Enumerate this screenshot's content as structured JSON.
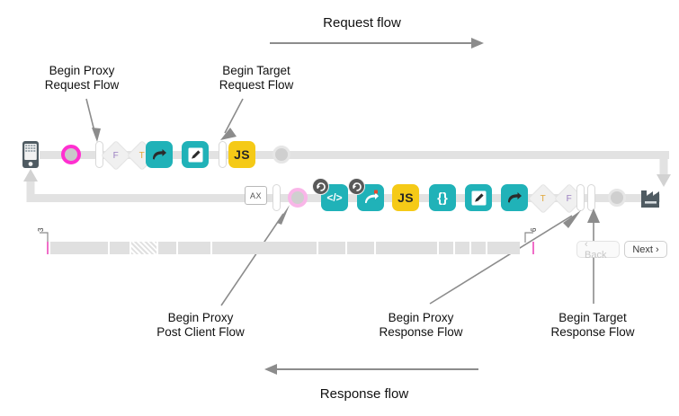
{
  "diagram": {
    "title_request": "Request flow",
    "title_response": "Response flow",
    "colors": {
      "teal": "#20b2b8",
      "yellow": "#f5ca17",
      "magenta": "#ff2fd0",
      "magenta_light": "#f9b6e8",
      "rail": "#e2e2e2",
      "dark": "#4f5b62"
    }
  },
  "annotations": [
    {
      "id": "begin-proxy-request-flow",
      "text": "Begin Proxy\nRequest Flow"
    },
    {
      "id": "begin-target-request-flow",
      "text": "Begin Target\nRequest Flow"
    },
    {
      "id": "begin-proxy-post-client-flow",
      "text": "Begin Proxy\nPost Client Flow"
    },
    {
      "id": "begin-proxy-response-flow",
      "text": "Begin Proxy\nResponse Flow"
    },
    {
      "id": "begin-target-response-flow",
      "text": "Begin Target\nResponse Flow"
    }
  ],
  "request_row": {
    "name": "request-flow-row",
    "nodes": [
      {
        "type": "client",
        "icon": "mobile-device-icon",
        "label": ""
      },
      {
        "type": "hook",
        "icon": "flow-hook-icon",
        "label": ""
      },
      {
        "type": "bar",
        "icon": "flow-divider-icon",
        "label": ""
      },
      {
        "type": "condition",
        "icon": "condition-diamond-icon",
        "label": "F"
      },
      {
        "type": "condition",
        "icon": "condition-diamond-icon",
        "label": "T"
      },
      {
        "type": "policy",
        "icon": "route-policy-icon",
        "label": "",
        "color": "teal"
      },
      {
        "type": "policy",
        "icon": "edit-policy-icon",
        "label": "",
        "color": "teal"
      },
      {
        "type": "bar",
        "icon": "flow-divider-icon",
        "label": ""
      },
      {
        "type": "policy",
        "icon": "javascript-policy-icon",
        "label": "JS",
        "color": "yellow"
      },
      {
        "type": "endpoint",
        "icon": "endpoint-dot-icon",
        "label": ""
      }
    ]
  },
  "response_row": {
    "name": "response-flow-row",
    "nodes": [
      {
        "type": "endpoint",
        "icon": "endpoint-dot-icon",
        "label": ""
      },
      {
        "type": "bar",
        "icon": "flow-divider-icon",
        "label": ""
      },
      {
        "type": "condition",
        "icon": "condition-diamond-icon",
        "label": "T"
      },
      {
        "type": "condition",
        "icon": "condition-diamond-icon",
        "label": "F"
      },
      {
        "type": "policy",
        "icon": "route-policy-icon",
        "label": "",
        "color": "teal"
      },
      {
        "type": "policy",
        "icon": "edit-policy-icon",
        "label": "",
        "color": "teal"
      },
      {
        "type": "policy",
        "icon": "json-policy-icon",
        "label": "{}",
        "color": "teal"
      },
      {
        "type": "policy",
        "icon": "javascript-policy-icon",
        "label": "JS",
        "color": "yellow"
      },
      {
        "type": "policy",
        "icon": "assign-message-policy-icon",
        "label": "",
        "color": "teal",
        "badge": "reset-badge-icon"
      },
      {
        "type": "policy",
        "icon": "xml-policy-icon",
        "label": "</>",
        "color": "teal",
        "badge": "reset-badge-icon"
      },
      {
        "type": "hook",
        "icon": "flow-hook-icon",
        "label": ""
      },
      {
        "type": "bar",
        "icon": "flow-divider-icon",
        "label": ""
      },
      {
        "type": "ax",
        "icon": "analytics-icon",
        "label": "AX"
      },
      {
        "type": "target",
        "icon": "target-server-icon",
        "label": ""
      }
    ]
  },
  "timeline": {
    "name": "transaction-timeline",
    "left_tick": "3",
    "right_tick": "6",
    "segments": [
      {
        "w": 64,
        "hatched": false
      },
      {
        "w": 22,
        "hatched": false
      },
      {
        "w": 28,
        "hatched": true
      },
      {
        "w": 20,
        "hatched": false
      },
      {
        "w": 36,
        "hatched": false
      },
      {
        "w": 116,
        "hatched": false
      },
      {
        "w": 30,
        "hatched": false
      },
      {
        "w": 30,
        "hatched": false
      },
      {
        "w": 68,
        "hatched": false
      },
      {
        "w": 16,
        "hatched": false
      },
      {
        "w": 16,
        "hatched": false
      },
      {
        "w": 16,
        "hatched": false
      },
      {
        "w": 36,
        "hatched": false
      }
    ]
  },
  "nav": {
    "back_label": "‹ Back",
    "back_disabled": true,
    "next_label": "Next ›",
    "next_disabled": false
  }
}
